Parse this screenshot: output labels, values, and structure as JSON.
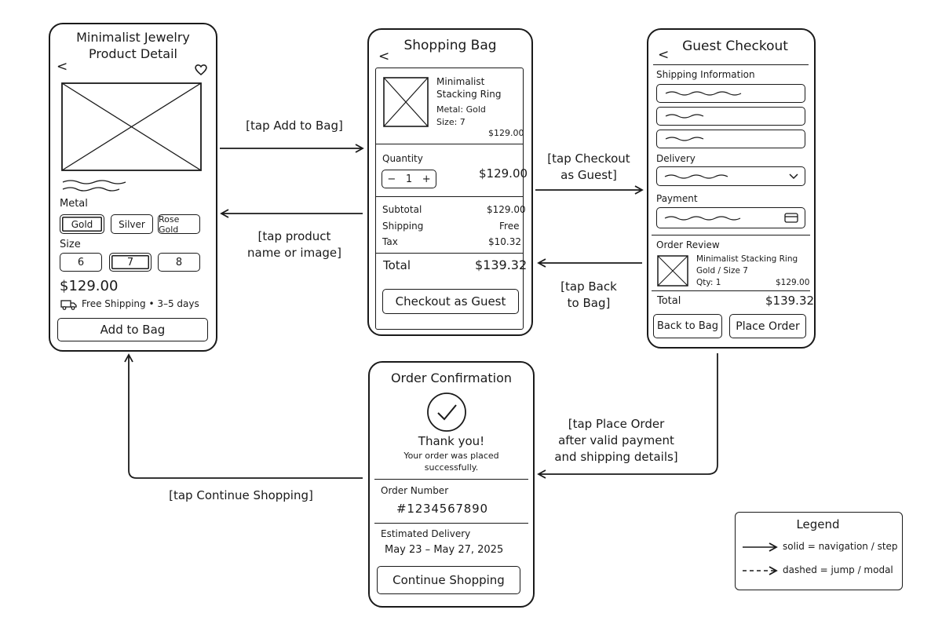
{
  "product": {
    "title_line1": "Minimalist Jewelry",
    "title_line2": "Product Detail",
    "back": "<",
    "metal_label": "Metal",
    "metal_options": [
      "Gold",
      "Silver",
      "Rose Gold"
    ],
    "size_label": "Size",
    "size_options": [
      "6",
      "7",
      "8"
    ],
    "price": "$129.00",
    "shipping_note": "Free Shipping • 3–5 days",
    "add_button": "Add to Bag"
  },
  "bag": {
    "title": "Shopping Bag",
    "back": "<",
    "item_line1": "Minimalist",
    "item_line2": "Stacking Ring",
    "item_metal": "Metal: Gold",
    "item_size": "Size: 7",
    "item_price": "$129.00",
    "quantity_label": "Quantity",
    "qty_minus": "−",
    "qty_value": "1",
    "qty_plus": "+",
    "quantity_price": "$129.00",
    "subtotal_label": "Subtotal",
    "subtotal_value": "$129.00",
    "shipping_label": "Shipping",
    "shipping_value": "Free",
    "tax_label": "Tax",
    "tax_value": "$10.32",
    "total_label": "Total",
    "total_value": "$139.32",
    "checkout_button": "Checkout as Guest"
  },
  "checkout": {
    "title": "Guest Checkout",
    "back": "<",
    "shipping_section": "Shipping Information",
    "delivery_label": "Delivery",
    "payment_label": "Payment",
    "order_review_label": "Order Review",
    "review_item": "Minimalist Stacking Ring",
    "review_variant": "Gold / Size 7",
    "review_qty": "Qty: 1",
    "review_price": "$129.00",
    "total_label": "Total",
    "total_value": "$139.32",
    "back_button": "Back to Bag",
    "place_button": "Place Order"
  },
  "confirmation": {
    "title": "Order Confirmation",
    "thanks": "Thank you!",
    "message_line1": "Your order was placed",
    "message_line2": "successfully.",
    "order_number_label": "Order Number",
    "order_number": "#1234567890",
    "delivery_label": "Estimated Delivery",
    "delivery_dates": "May 23 – May 27, 2025",
    "continue_button": "Continue Shopping"
  },
  "transitions": {
    "add_to_bag": "[tap Add to Bag]",
    "product_line1": "[tap product",
    "product_line2": "name or image]",
    "checkout_line1": "[tap Checkout",
    "checkout_line2": "as Guest]",
    "back_line1": "[tap Back",
    "back_line2": "to Bag]",
    "place_line1": "[tap Place Order",
    "place_line2": "after valid payment",
    "place_line3": "and shipping details]",
    "continue": "[tap Continue Shopping]"
  },
  "legend": {
    "title": "Legend",
    "solid": "solid = navigation / step",
    "dashed": "dashed = jump / modal"
  }
}
